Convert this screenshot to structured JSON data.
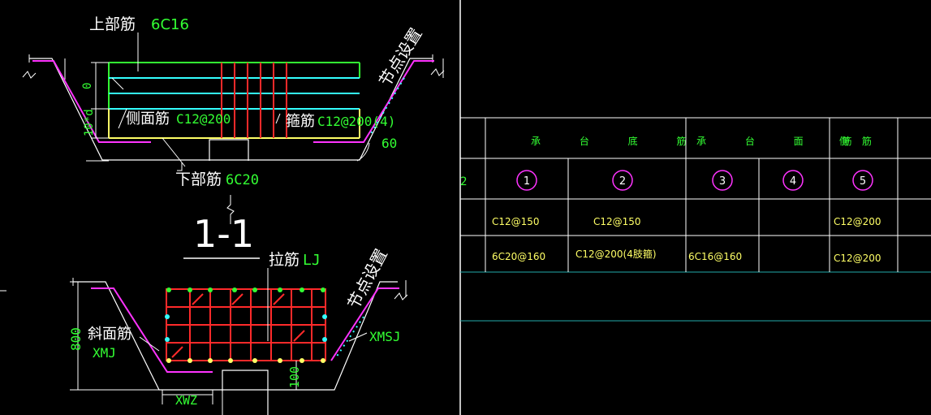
{
  "colors": {
    "background": "#000000",
    "white": "#ffffff",
    "green": "#33ff33",
    "red": "#ff2a2a",
    "yellow": "#ffff66",
    "cyan": "#33ffff",
    "magenta": "#ff33ff",
    "table_cyan": "#22aaaa"
  },
  "section_view": {
    "top_bar_label": "上部筋",
    "top_bar_value": "6C16",
    "side_bar_label": "侧面筋",
    "side_bar_value": "C12@200",
    "stirrup_label": "箍筋",
    "stirrup_value": "C12@200(4)",
    "bottom_bar_label": "下部筋",
    "bottom_bar_value": "6C20",
    "dim_zero": "0",
    "dim_10d": "10*d",
    "angle": "60",
    "node_setting": "节点设置",
    "section_title": "1-1"
  },
  "lower_view": {
    "tie_label": "拉筋",
    "tie_value": "LJ",
    "node_setting": "节点设置",
    "slope_label": "斜面筋",
    "slope_value": "XMJ",
    "slope_value_right": "XMSJ",
    "height_dim": "800",
    "dim_100": "100",
    "bottom_width": "XWZ"
  },
  "table": {
    "headers": [
      "承 台 底 筋",
      "承 台 面 筋",
      "侧 筋"
    ],
    "numbers": [
      "1",
      "2",
      "3",
      "4",
      "5"
    ],
    "rows": [
      [
        "C12@150",
        "C12@150",
        "",
        "",
        "C12@200"
      ],
      [
        "6C20@160",
        "C12@200(4肢箍)",
        "6C16@160",
        "",
        "C12@200"
      ]
    ]
  },
  "icons": {
    "break_symbol": "break-line-icon",
    "circle_number": "circled-number-icon"
  }
}
